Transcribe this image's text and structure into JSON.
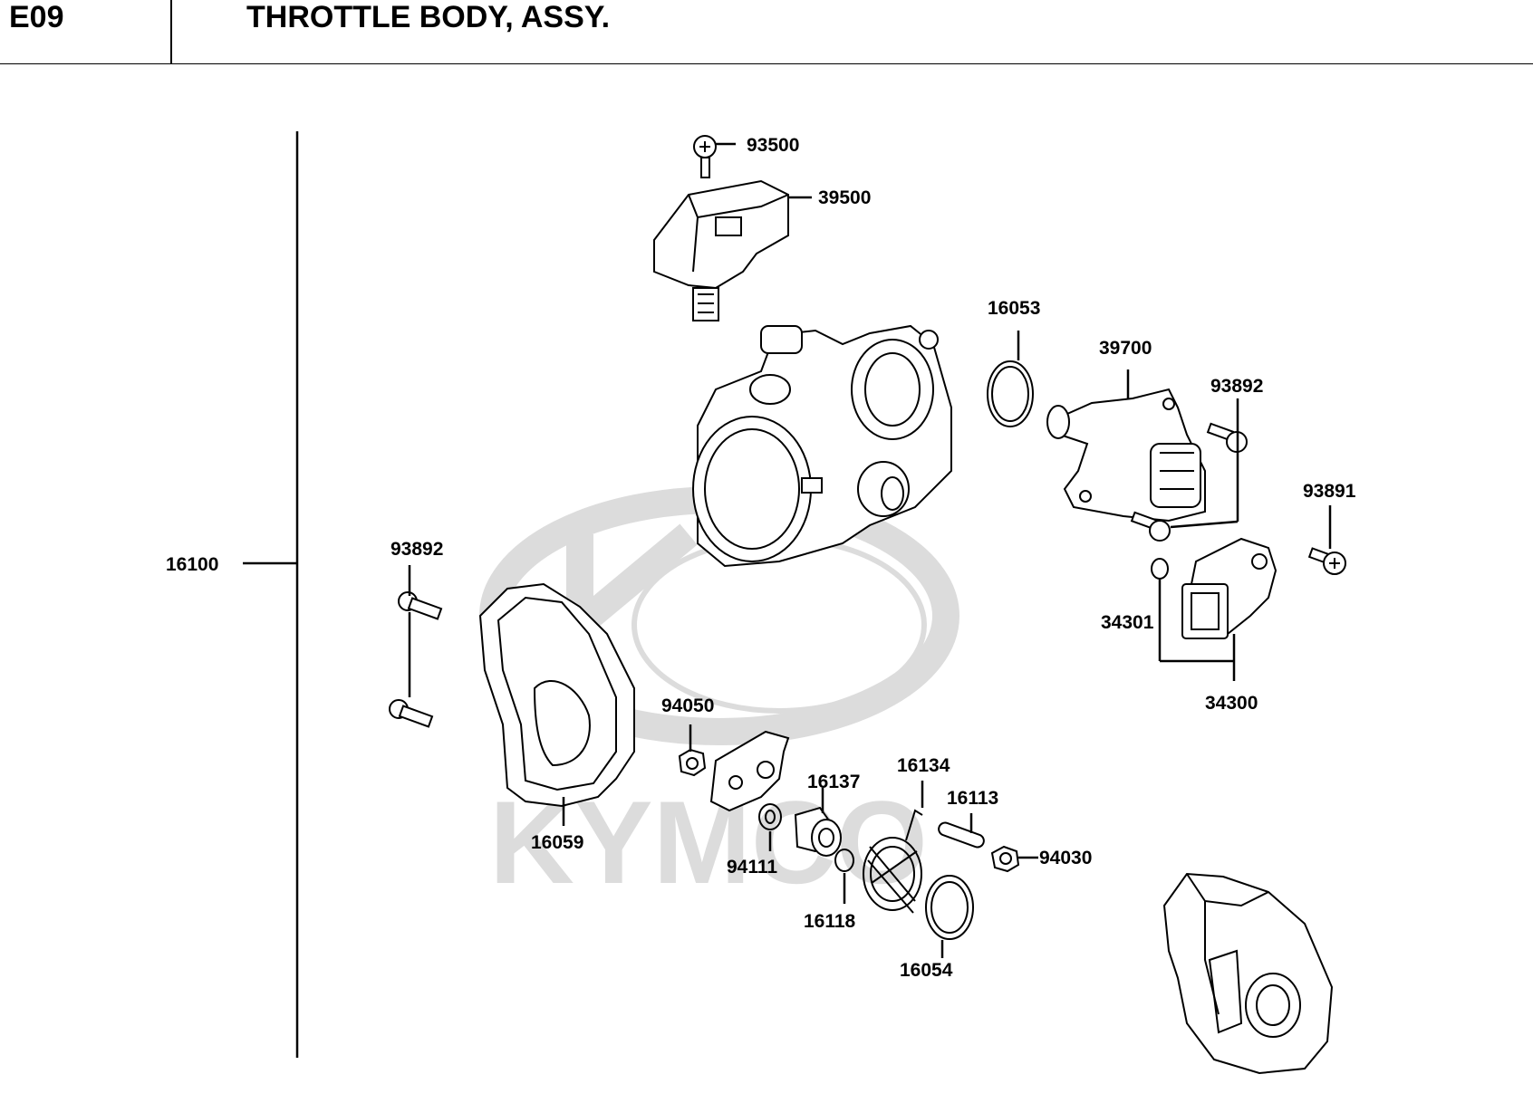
{
  "header": {
    "code": "E09",
    "title": "THROTTLE BODY, ASSY."
  },
  "watermark": {
    "text": "KYMCO",
    "color": "#dcdcdc"
  },
  "parts": {
    "p16100": "16100",
    "p93500": "93500",
    "p39500": "39500",
    "p16053": "16053",
    "p39700": "39700",
    "p93892a": "93892",
    "p93891": "93891",
    "p93892b": "93892",
    "p34301": "34301",
    "p34300": "34300",
    "p94050": "94050",
    "p16134": "16134",
    "p16137": "16137",
    "p16113": "16113",
    "p16059": "16059",
    "p94111": "94111",
    "p94030": "94030",
    "p16118": "16118",
    "p16054": "16054"
  }
}
